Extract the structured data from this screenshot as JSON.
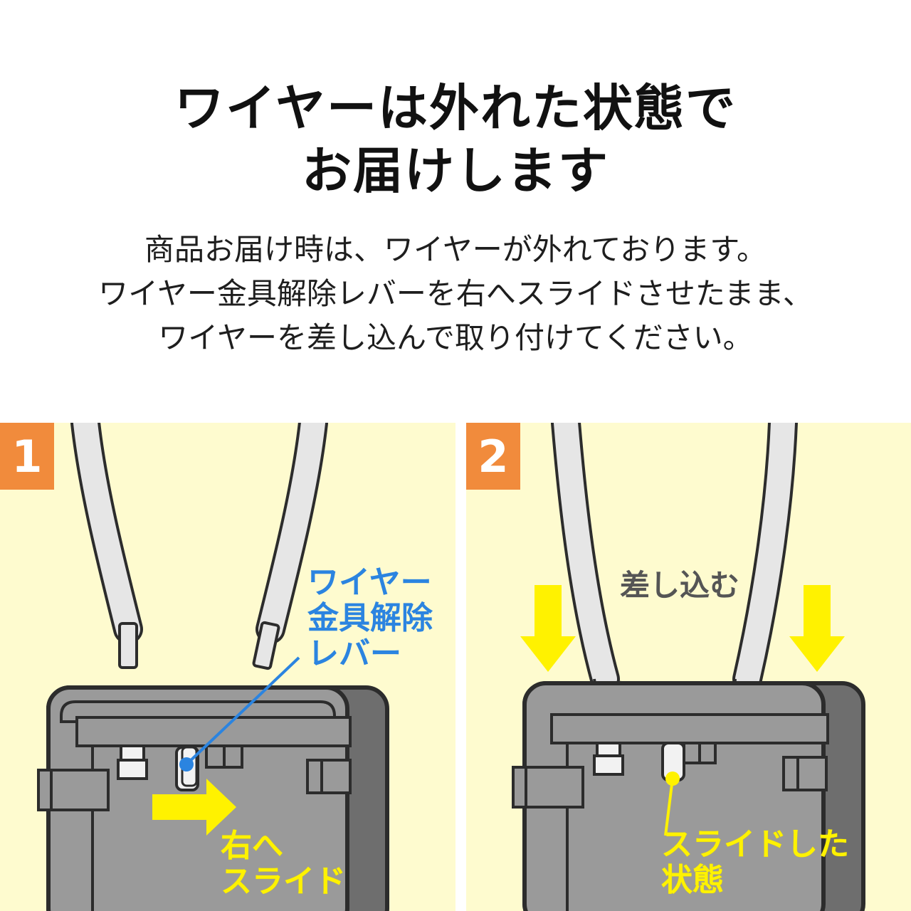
{
  "title": {
    "line1": "ワイヤーは外れた状態で",
    "line2": "お届けします"
  },
  "description": {
    "line1": "商品お届け時は、ワイヤーが外れております。",
    "line2": "ワイヤー金具解除レバーを右へスライドさせたまま、",
    "line3": "ワイヤーを差し込んで取り付けてください。"
  },
  "panel1": {
    "step": "1",
    "lever_label": [
      "ワイヤー",
      "金具解除",
      "レバー"
    ],
    "slide_label": [
      "右へ",
      "スライド"
    ]
  },
  "panel2": {
    "step": "2",
    "insert_label": "差し込む",
    "state_label": [
      "スライドした",
      "状態"
    ]
  },
  "colors": {
    "panel_bg": "#fefbcf",
    "badge": "#f18b3c",
    "device_body": "#9a9a9a",
    "arrow_yellow": "#fff200",
    "callout_blue": "#2b84e0"
  }
}
